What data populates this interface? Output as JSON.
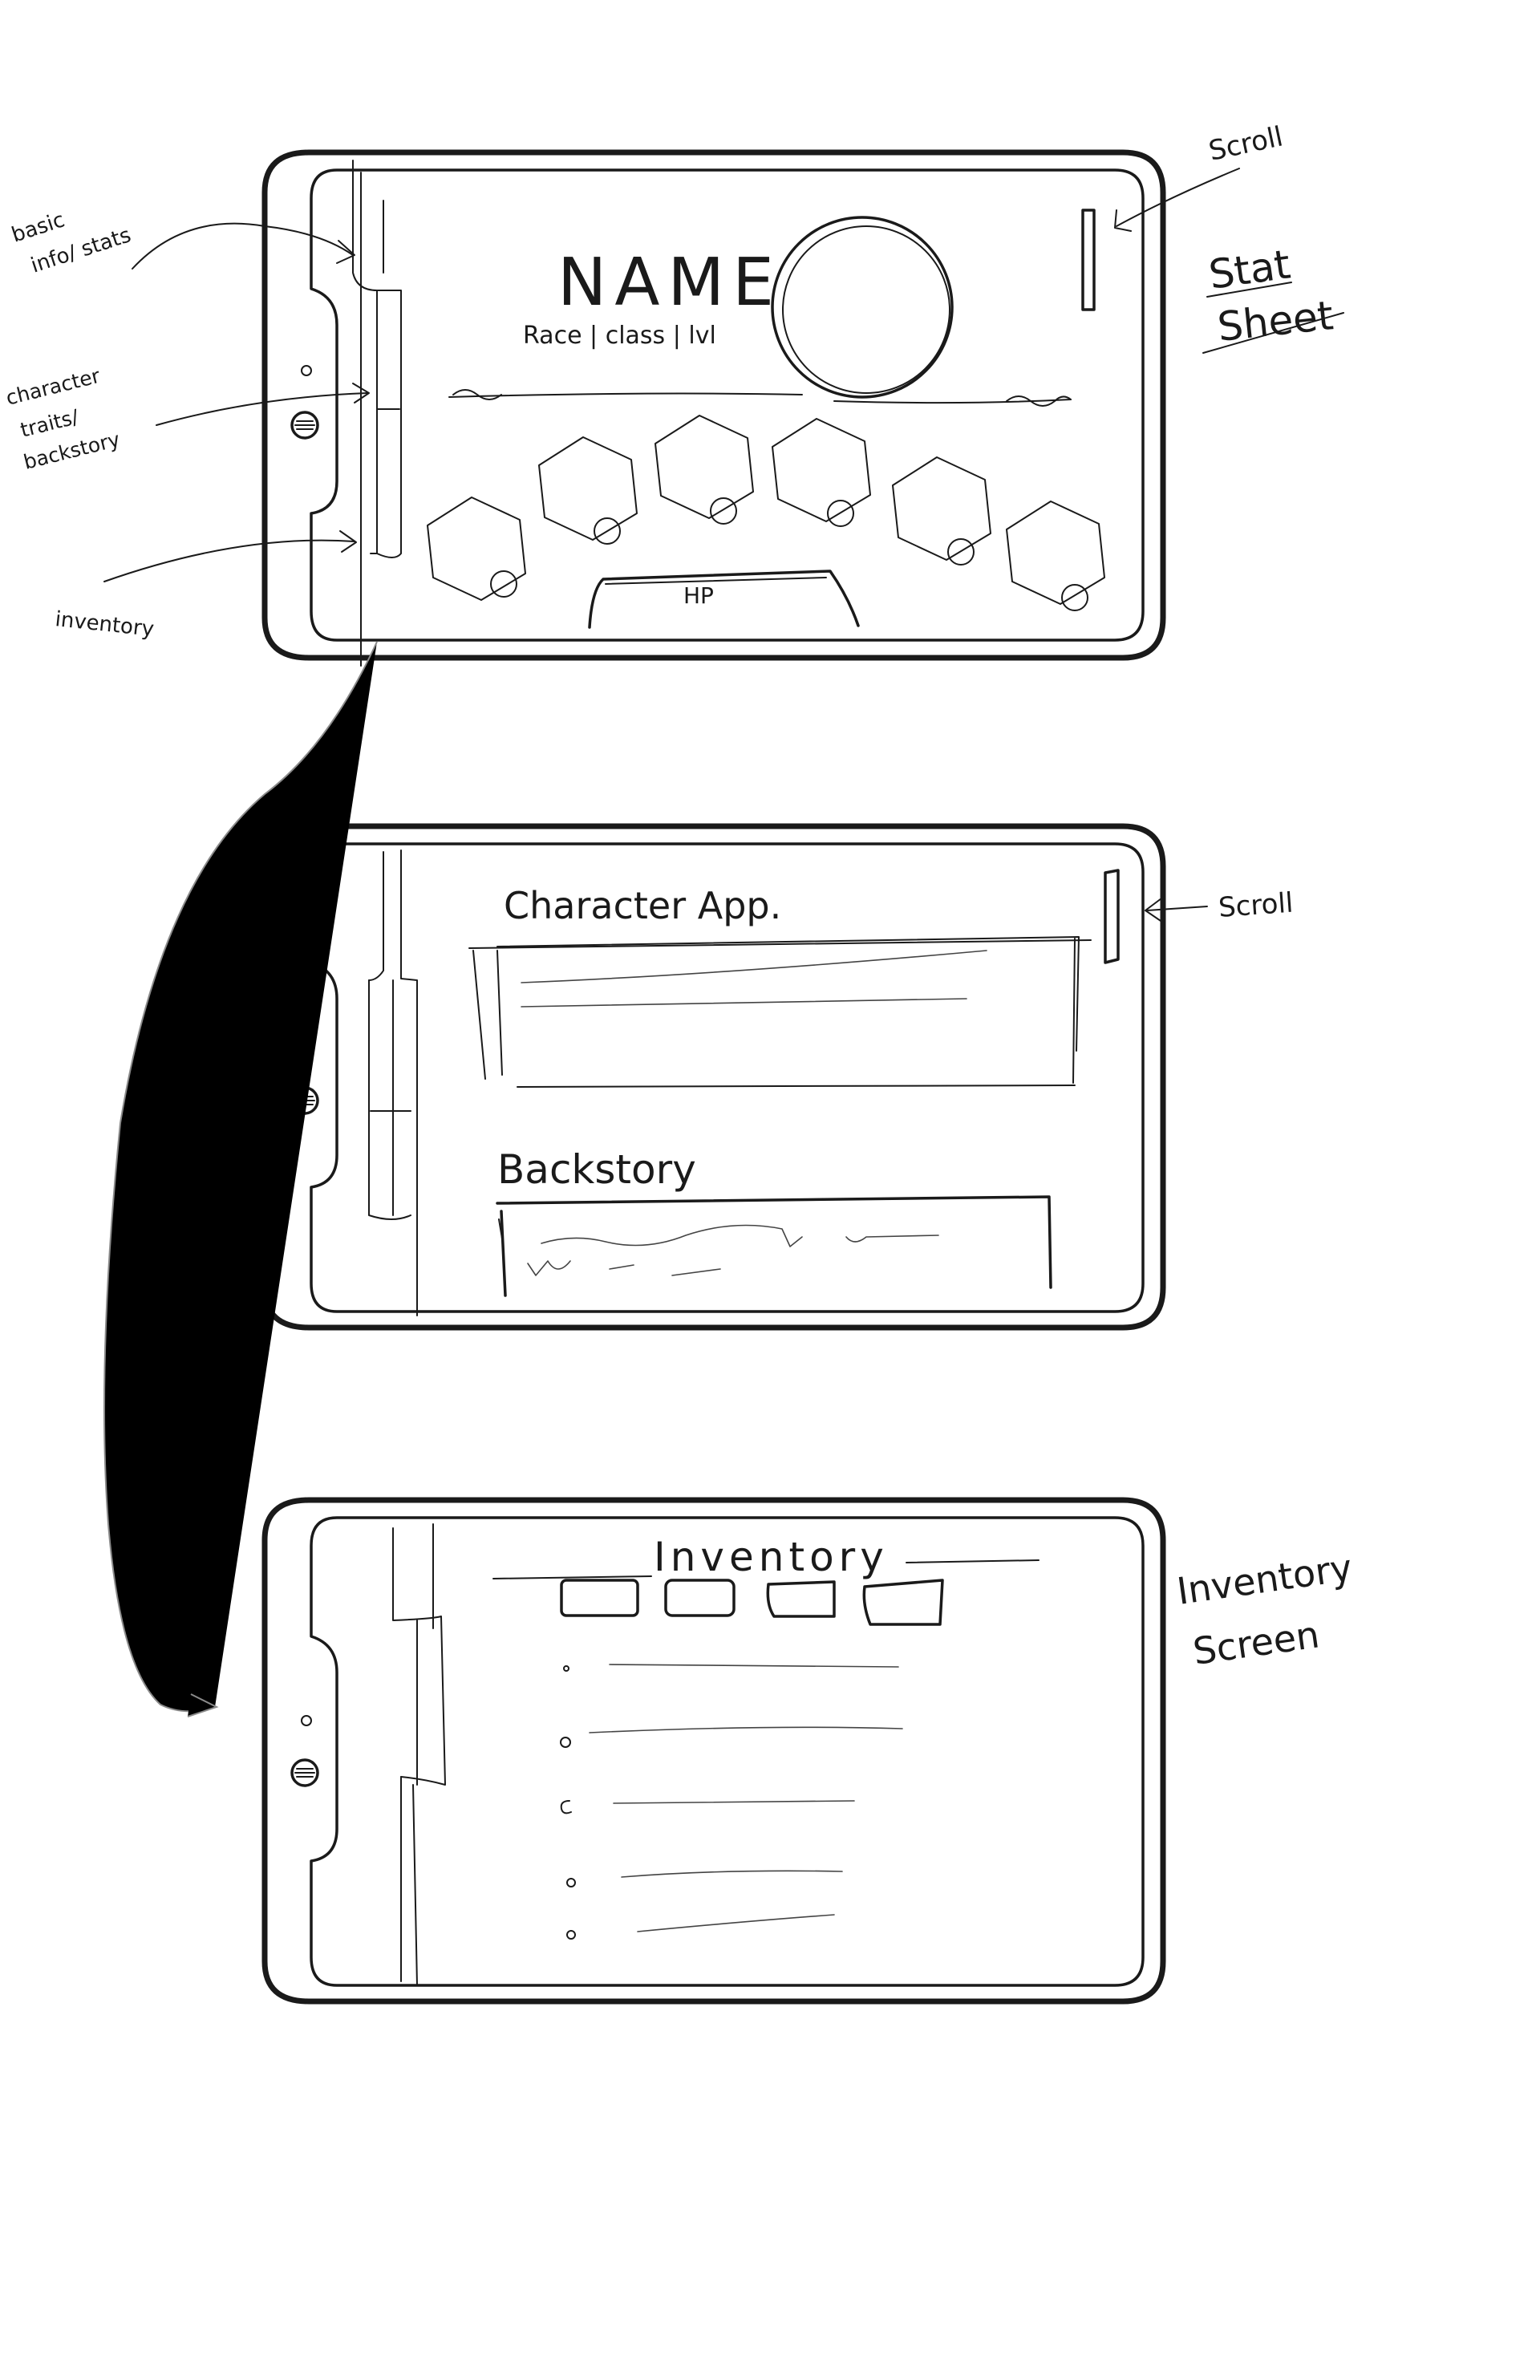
{
  "annotations": {
    "basic_info_stats": [
      "basic",
      "info/ stats"
    ],
    "character_traits_backstory": [
      "character",
      "traits/",
      "backstory"
    ],
    "inventory": "inventory",
    "scroll_top": "Scroll",
    "scroll_mid": "Scroll",
    "stat_sheet": [
      "Stat",
      "Sheet"
    ],
    "inventory_screen": [
      "Inventory",
      "Screen"
    ]
  },
  "stat_screen": {
    "name": "NAME",
    "subtitle": "Race | class | lvl",
    "hp_label": "HP",
    "stat_badge_count": 6
  },
  "character_screen": {
    "appearance_heading": "Character App.",
    "backstory_heading": "Backstory"
  },
  "inventory_screen": {
    "heading": "Inventory",
    "category_tab_count": 4,
    "item_count": 5
  }
}
